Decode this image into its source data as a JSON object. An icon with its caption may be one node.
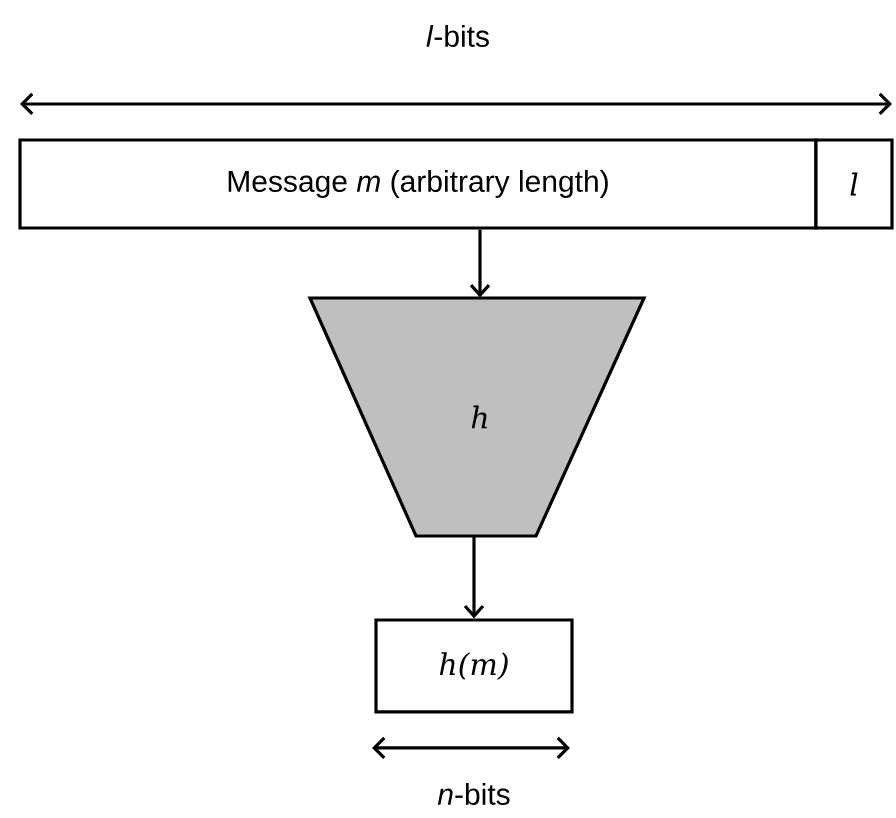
{
  "diagram": {
    "nodes": [
      {
        "text": [
          "Message *m* (arbitrary length)"
        ]
      },
      {
        "text": [
          "l"
        ]
      },
      {
        "text": [
          "h"
        ]
      },
      {
        "text": [
          "h(m)"
        ]
      }
    ],
    "edges": [
      {
        "from": 0,
        "to": 2,
        "arrow": "to"
      },
      {
        "from": 2,
        "to": 3,
        "arrow": "to"
      }
    ],
    "labels": [
      "*l*-bits",
      "*n*-bits"
    ]
  }
}
